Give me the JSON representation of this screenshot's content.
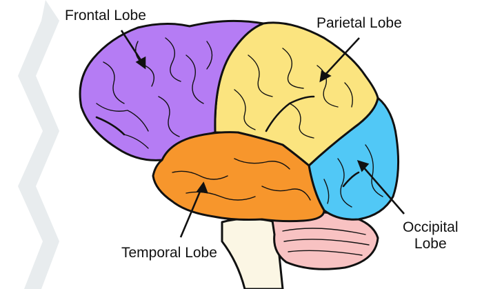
{
  "labels": {
    "frontal": "Frontal Lobe",
    "parietal": "Parietal Lobe",
    "temporal": "Temporal Lobe",
    "occipital_line1": "Occipital",
    "occipital_line2": "Lobe"
  },
  "colors": {
    "frontal": "#b57cf4",
    "parietal": "#fbe47f",
    "temporal": "#f7962c",
    "occipital": "#51c8f6",
    "cerebellum": "#f8c2c2",
    "brainstem": "#fbf6e4",
    "watermark": "#e8ecee",
    "outline": "#111111"
  }
}
